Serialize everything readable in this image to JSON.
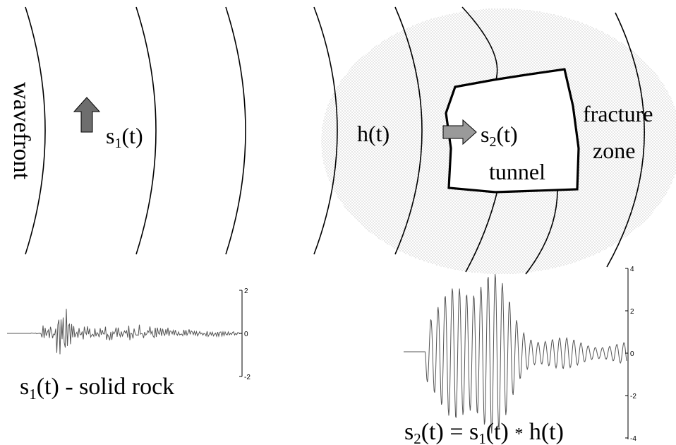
{
  "labels": {
    "wavefront": "wavefront",
    "s1_symbol": "s",
    "s1_sub": "1",
    "s1_arg": "(t)",
    "h": "h(t)",
    "s2_symbol": "s",
    "s2_sub": "2",
    "s2_arg": "(t)",
    "tunnel": "tunnel",
    "fracture": "fracture",
    "zone": "zone"
  },
  "captions": {
    "left": {
      "s": "s",
      "sub": "1",
      "rest": "(t) - solid rock"
    },
    "right": {
      "s": "s",
      "sub2": "2",
      "mid": "(t) = s",
      "sub1": "1",
      "op": "(t) ",
      "star": "*",
      "end": " h(t)"
    }
  },
  "plots": {
    "left": {
      "ticks": [
        "2",
        "0",
        "-2"
      ],
      "ylim": [
        -2,
        2
      ]
    },
    "right": {
      "ticks": [
        "4",
        "2",
        "0",
        "-2",
        "-4"
      ],
      "ylim": [
        -4,
        4
      ]
    }
  },
  "colors": {
    "arrow_dark": "#6e6e6e",
    "arrow_light": "#9a9a9a",
    "zone_dots": "#8c8c8c",
    "trace": "#555555"
  }
}
